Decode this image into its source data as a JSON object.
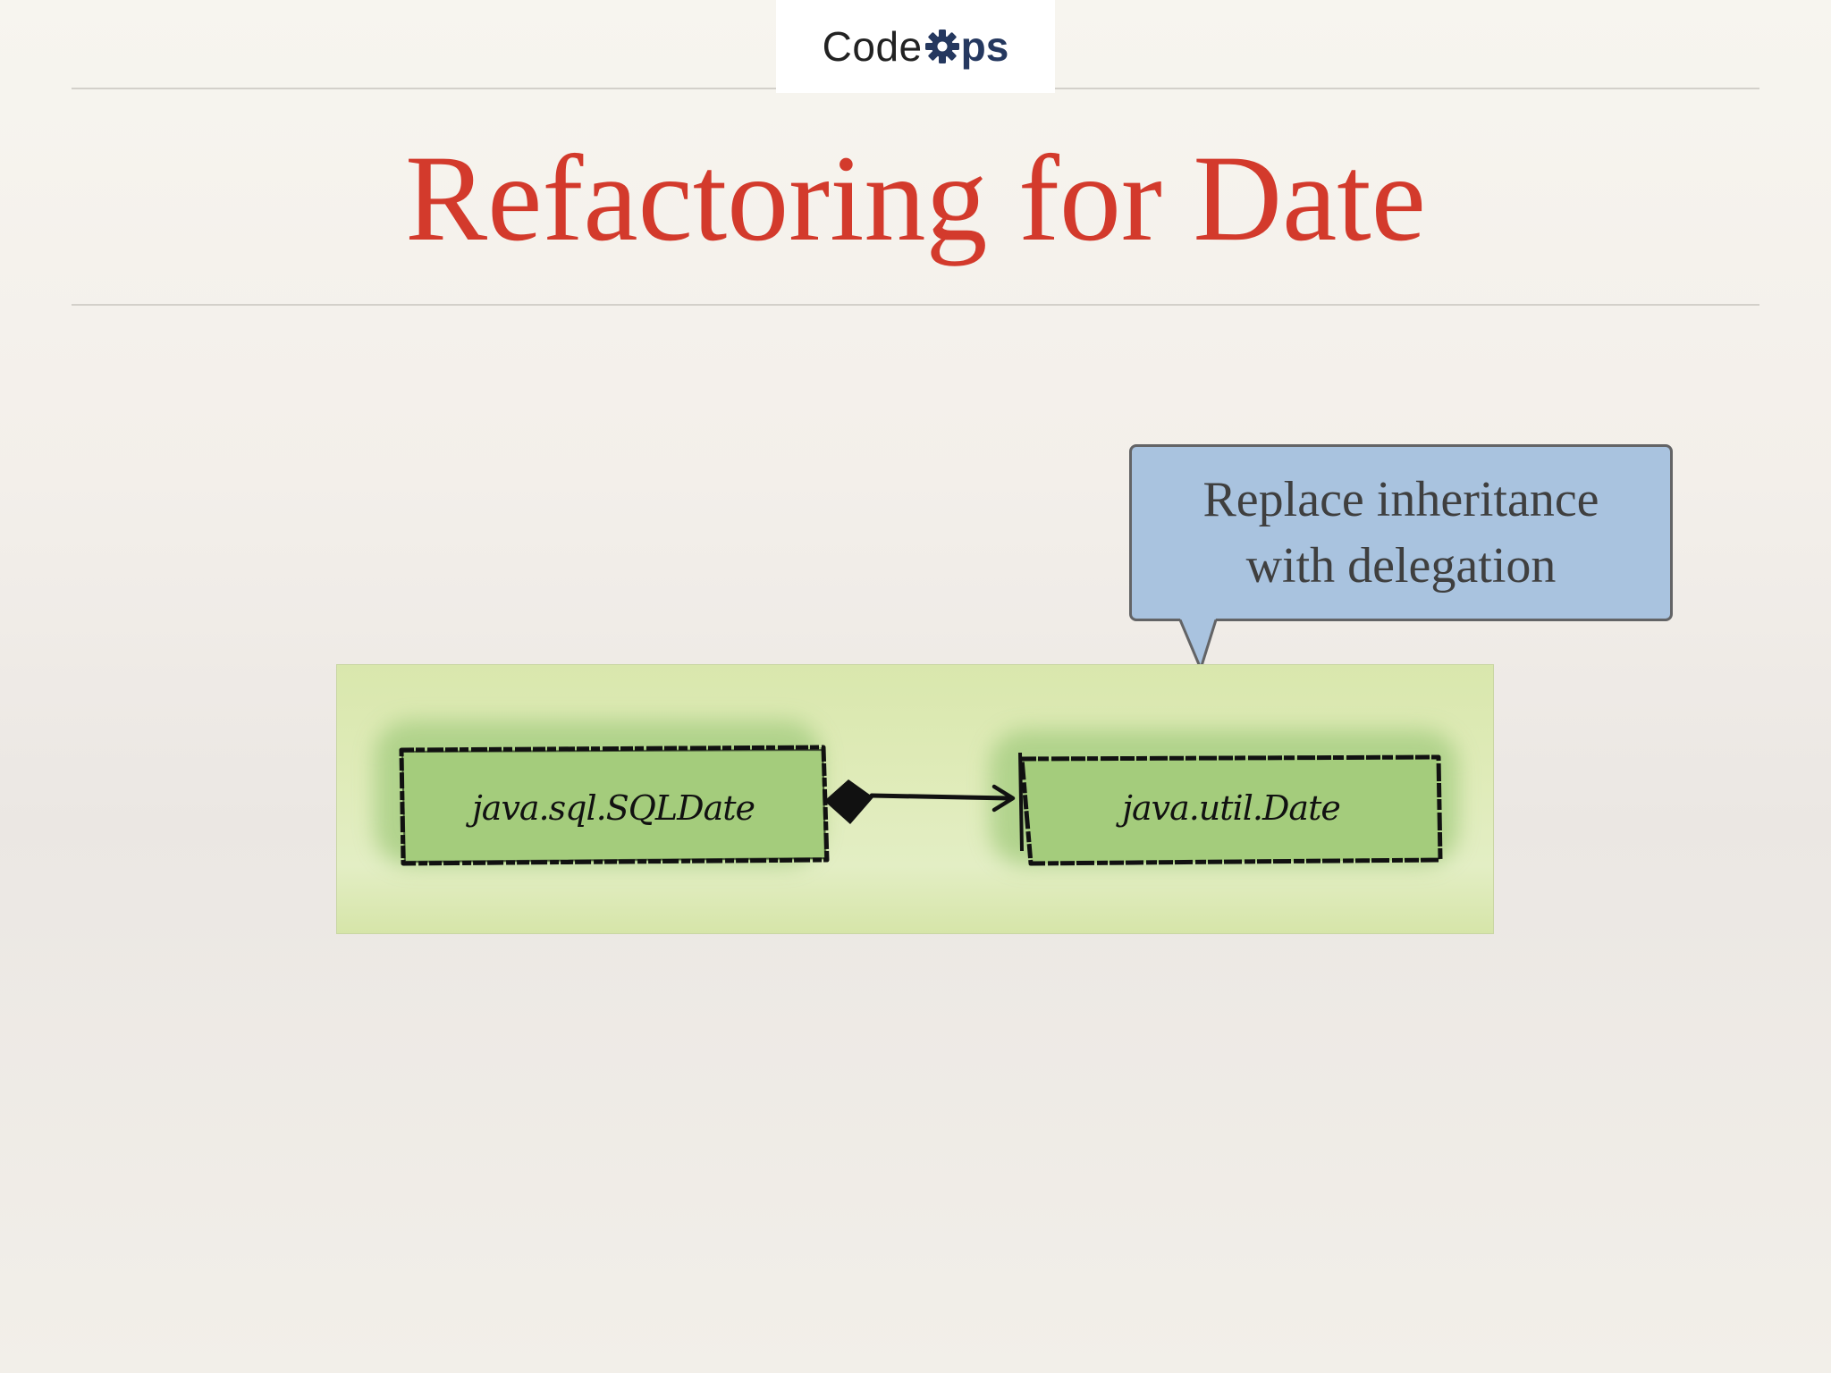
{
  "logo": {
    "text_regular": "Code",
    "text_bold": "ps",
    "icon": "gear-icon",
    "bold_color": "#25385f"
  },
  "slide": {
    "title": "Refactoring for Date",
    "title_color": "#d33a2c"
  },
  "callout": {
    "line1": "Replace inheritance",
    "line2": "with delegation",
    "background": "#a9c3df"
  },
  "diagram": {
    "classes": [
      {
        "name": "java.sql.SQLDate"
      },
      {
        "name": "java.util.Date"
      }
    ],
    "relationship": "composition",
    "background": "#dbe8b0",
    "box_fill": "#a4cc7c"
  }
}
